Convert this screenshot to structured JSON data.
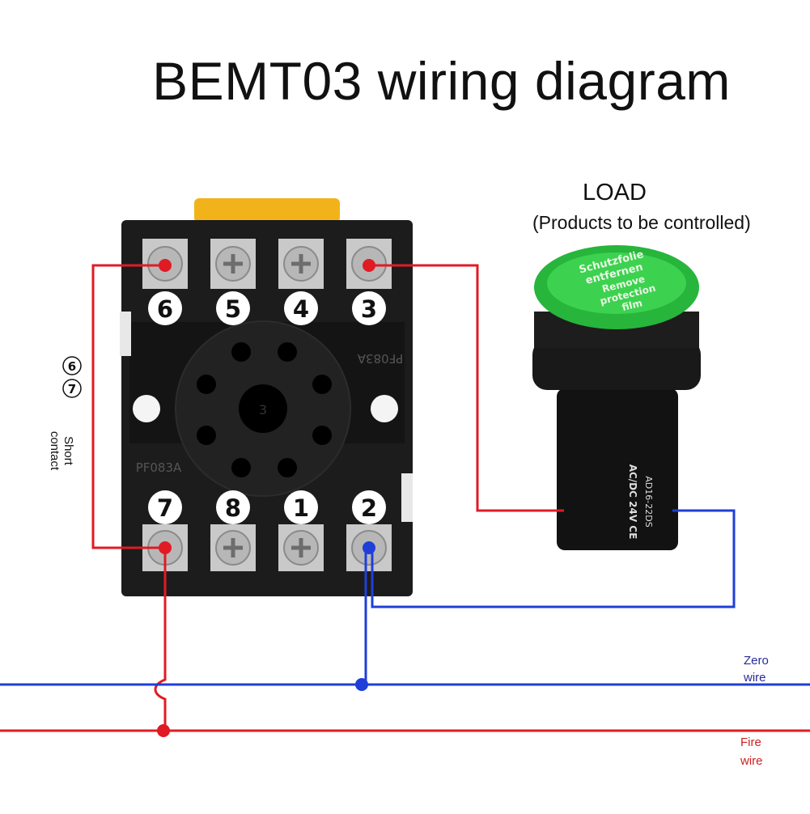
{
  "title": "BEMT03 wiring diagram",
  "load": {
    "title": "LOAD",
    "subtitle": "(Products to be controlled)",
    "lens_text": [
      "Schutzfolie",
      "entfernen",
      "Remove",
      "protection",
      "film"
    ],
    "body_text": [
      "AD16-22DS",
      "AC/DC 24V CE"
    ]
  },
  "base": {
    "top_terminals": [
      "6",
      "5",
      "4",
      "3"
    ],
    "bottom_terminals": [
      "7",
      "8",
      "1",
      "2"
    ],
    "model_marks": [
      "PF083A",
      "PF083A"
    ],
    "socket_key": "3"
  },
  "short_contact": {
    "terminals": [
      "6",
      "7"
    ],
    "label_line1": "Short",
    "label_line2": "contact"
  },
  "wires": {
    "zero_line1": "Zero",
    "zero_line2": "wire",
    "fire_line1": "Fire",
    "fire_line2": "wire",
    "zero_color": "#1f3fd8",
    "fire_color": "#e01b24"
  }
}
